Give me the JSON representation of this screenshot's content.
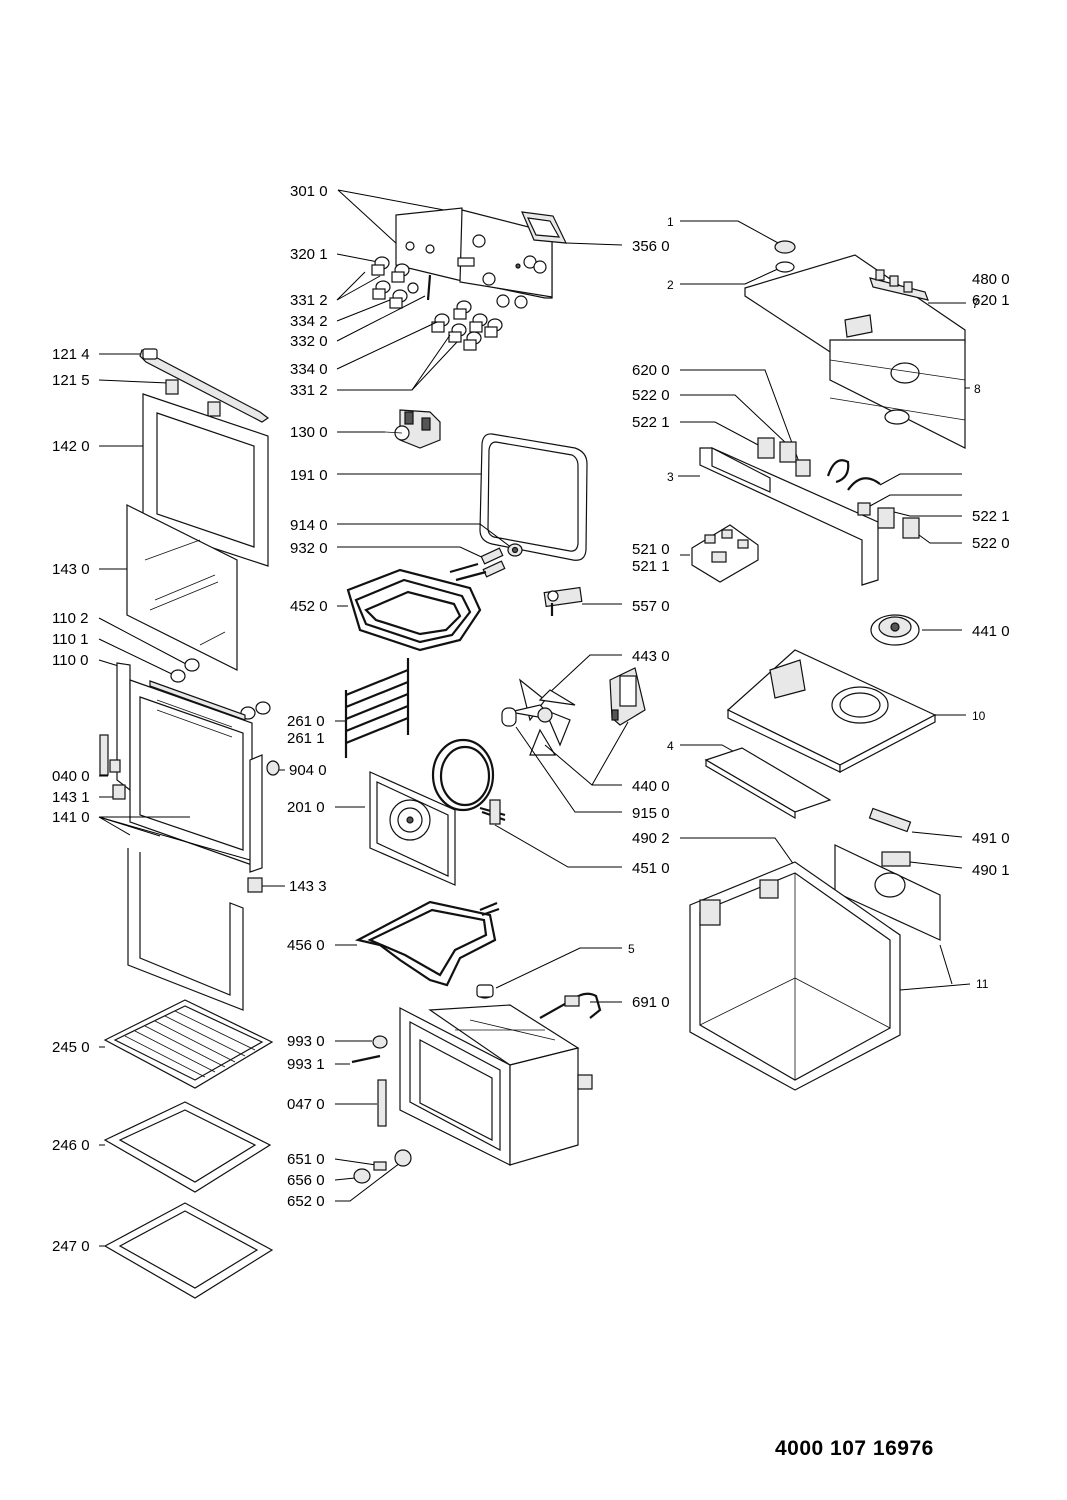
{
  "document_number": "4000 107 16976",
  "labels": {
    "l3010": "301 0",
    "l3201": "320 1",
    "l3312a": "331 2",
    "l3342": "334 2",
    "l3320": "332 0",
    "l3340": "334 0",
    "l3312b": "331 2",
    "l3560": "356 0",
    "l1300": "130 0",
    "l1910": "191 0",
    "l9140": "914 0",
    "l9320": "932 0",
    "l4520": "452 0",
    "l5570": "557 0",
    "l1214": "121 4",
    "l1215": "121 5",
    "l1420": "142 0",
    "l1430": "143 0",
    "l1102": "110 2",
    "l1101": "110 1",
    "l1100": "110 0",
    "l0400": "040 0",
    "l1431": "143 1",
    "l1410": "141 0",
    "l1433": "143 3",
    "l9040": "904 0",
    "l2610": "261 0",
    "l2611": "261 1",
    "l2010": "201 0",
    "l4430": "443 0",
    "l4400": "440 0",
    "l9150": "915 0",
    "l4510": "451 0",
    "l4560": "456 0",
    "l5": "5",
    "l6910": "691 0",
    "l2450": "245 0",
    "l2460": "246 0",
    "l2470": "247 0",
    "l9930": "993 0",
    "l9931": "993 1",
    "l0470": "047 0",
    "l6510": "651 0",
    "l6560": "656 0",
    "l6520": "652 0",
    "l1": "1",
    "l2": "2",
    "l7": "7",
    "l8": "8",
    "l6200": "620 0",
    "l5220a": "522 0",
    "l5221a": "522 1",
    "l3": "3",
    "l4800": "480 0",
    "l6201": "620 1",
    "l5221b": "522 1",
    "l5220b": "522 0",
    "l5210": "521 0",
    "l5211": "521 1",
    "l4410": "441 0",
    "l10": "10",
    "l4": "4",
    "l4910": "491 0",
    "l4902": "490 2",
    "l4901": "490 1",
    "l11": "11"
  }
}
